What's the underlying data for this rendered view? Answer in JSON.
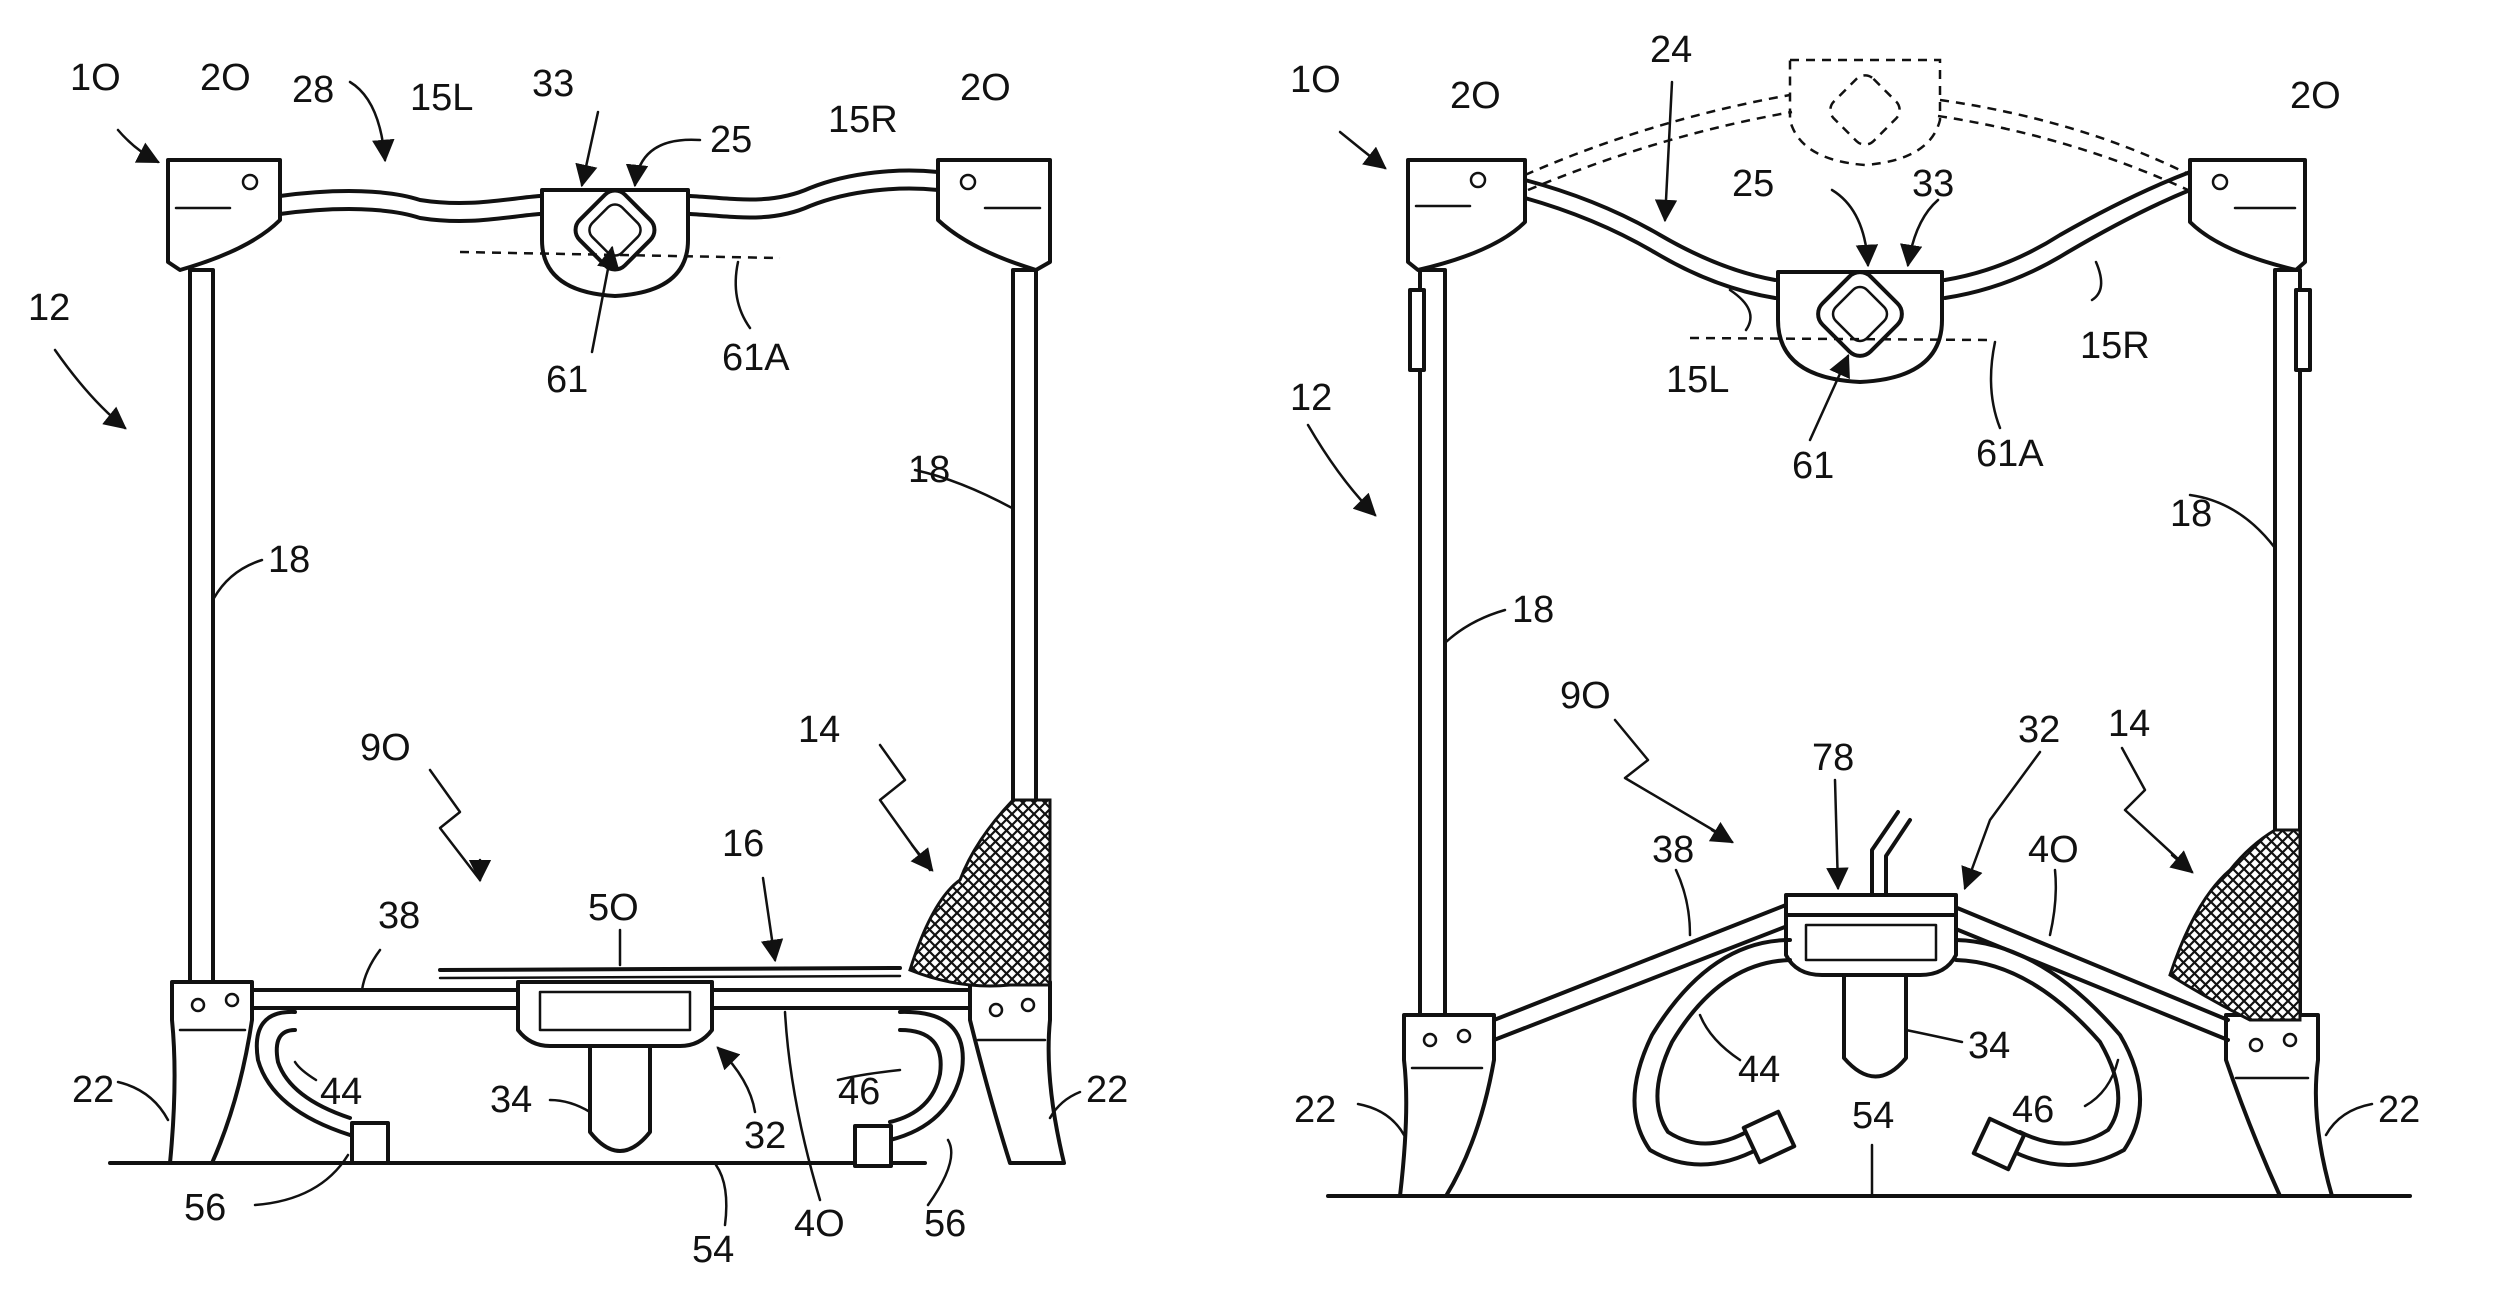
{
  "figures": [
    {
      "id": "left",
      "labels": [
        {
          "key": "10",
          "text": "1O"
        },
        {
          "key": "20a",
          "text": "2O"
        },
        {
          "key": "28",
          "text": "28"
        },
        {
          "key": "15L",
          "text": "15L"
        },
        {
          "key": "33",
          "text": "33"
        },
        {
          "key": "25",
          "text": "25"
        },
        {
          "key": "15R",
          "text": "15R"
        },
        {
          "key": "20b",
          "text": "2O"
        },
        {
          "key": "12",
          "text": "12"
        },
        {
          "key": "61",
          "text": "61"
        },
        {
          "key": "61A",
          "text": "61A"
        },
        {
          "key": "18a",
          "text": "18"
        },
        {
          "key": "18b",
          "text": "18"
        },
        {
          "key": "90",
          "text": "9O"
        },
        {
          "key": "14",
          "text": "14"
        },
        {
          "key": "16",
          "text": "16"
        },
        {
          "key": "50",
          "text": "5O"
        },
        {
          "key": "38",
          "text": "38"
        },
        {
          "key": "22a",
          "text": "22"
        },
        {
          "key": "44",
          "text": "44"
        },
        {
          "key": "34",
          "text": "34"
        },
        {
          "key": "32",
          "text": "32"
        },
        {
          "key": "46",
          "text": "46"
        },
        {
          "key": "22b",
          "text": "22"
        },
        {
          "key": "56a",
          "text": "56"
        },
        {
          "key": "54",
          "text": "54"
        },
        {
          "key": "40",
          "text": "4O"
        },
        {
          "key": "56b",
          "text": "56"
        }
      ]
    },
    {
      "id": "right",
      "labels": [
        {
          "key": "10",
          "text": "1O"
        },
        {
          "key": "20a",
          "text": "2O"
        },
        {
          "key": "24",
          "text": "24"
        },
        {
          "key": "20b",
          "text": "2O"
        },
        {
          "key": "25",
          "text": "25"
        },
        {
          "key": "33",
          "text": "33"
        },
        {
          "key": "15L",
          "text": "15L"
        },
        {
          "key": "15R",
          "text": "15R"
        },
        {
          "key": "12",
          "text": "12"
        },
        {
          "key": "61",
          "text": "61"
        },
        {
          "key": "61A",
          "text": "61A"
        },
        {
          "key": "18a",
          "text": "18"
        },
        {
          "key": "18b",
          "text": "18"
        },
        {
          "key": "90",
          "text": "9O"
        },
        {
          "key": "78",
          "text": "78"
        },
        {
          "key": "32",
          "text": "32"
        },
        {
          "key": "14",
          "text": "14"
        },
        {
          "key": "38",
          "text": "38"
        },
        {
          "key": "40",
          "text": "4O"
        },
        {
          "key": "34",
          "text": "34"
        },
        {
          "key": "44",
          "text": "44"
        },
        {
          "key": "46",
          "text": "46"
        },
        {
          "key": "54",
          "text": "54"
        },
        {
          "key": "22a",
          "text": "22"
        },
        {
          "key": "22b",
          "text": "22"
        }
      ]
    }
  ]
}
